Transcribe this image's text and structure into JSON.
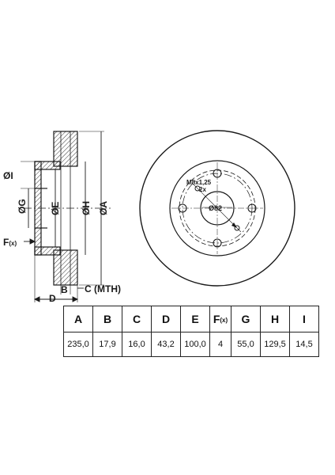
{
  "dimensions": {
    "I": "ØI",
    "G": "ØG",
    "E": "ØE",
    "H": "ØH",
    "A": "ØA",
    "F": "F",
    "F_sub": "(x)",
    "B": "B",
    "C": "C (MTH)",
    "D": "D",
    "thread": "M8x1,25",
    "thread_count": "2x",
    "center_bore": "Ø82"
  },
  "table": {
    "headers": [
      "A",
      "B",
      "C",
      "D",
      "E",
      "F",
      "G",
      "H",
      "I"
    ],
    "header_f_sub": "(x)",
    "values": [
      "235,0",
      "17,9",
      "16,0",
      "43,2",
      "100,0",
      "4",
      "55,0",
      "129,5",
      "14,5"
    ]
  },
  "colors": {
    "line": "#1a1a1a",
    "background": "#ffffff"
  }
}
